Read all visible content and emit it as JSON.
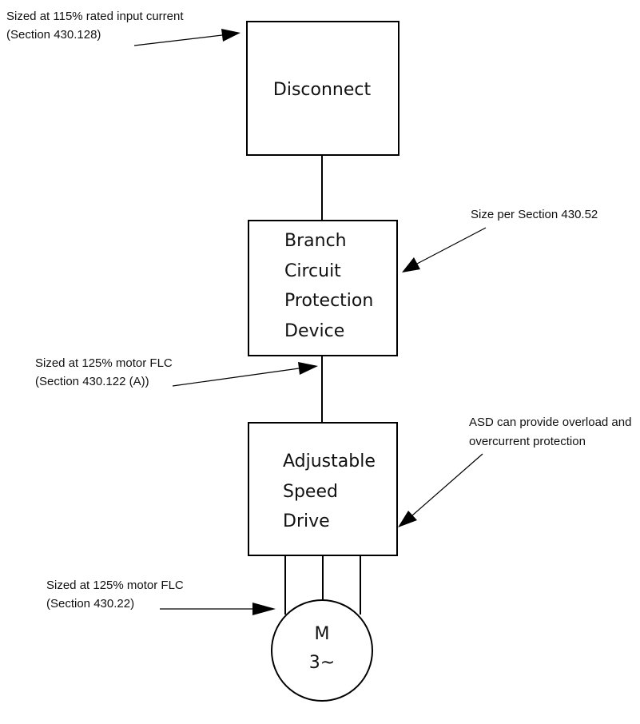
{
  "blocks": {
    "disconnect": {
      "lines": [
        "Disconnect"
      ]
    },
    "branch": {
      "lines": [
        "Branch",
        "Circuit",
        "Protection",
        "Device"
      ]
    },
    "asd": {
      "lines": [
        "Adjustable",
        "Speed",
        "Drive"
      ]
    },
    "motor": {
      "lines": [
        "M",
        "3~"
      ]
    }
  },
  "annotations": {
    "disconnect_note": [
      "Sized at 115% rated input current",
      "(Section 430.128)"
    ],
    "branch_note": [
      "Size per Section 430.52"
    ],
    "feeder_note": [
      "Sized at 125% motor FLC",
      "(Section 430.122 (A))"
    ],
    "asd_note": [
      "ASD can provide overload and",
      "overcurrent protection"
    ],
    "motor_note": [
      "Sized at 125% motor FLC",
      "(Section 430.22)"
    ]
  }
}
